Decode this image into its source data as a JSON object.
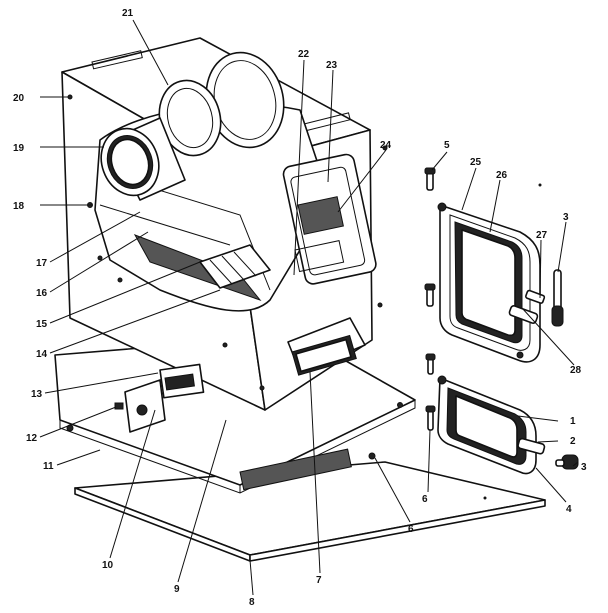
{
  "callouts": [
    {
      "num": "1",
      "part": "ash-door-frame"
    },
    {
      "num": "2",
      "part": "ash-door-handle"
    },
    {
      "num": "3",
      "part": "handle-knob-upper"
    },
    {
      "num": "3",
      "part": "handle-knob-lower"
    },
    {
      "num": "4",
      "part": "ash-door-hinge"
    },
    {
      "num": "5",
      "part": "hinge-pin-upper"
    },
    {
      "num": "6",
      "part": "hinge-pin-lower"
    },
    {
      "num": "6",
      "part": "base-bolt"
    },
    {
      "num": "7",
      "part": "ash-pan-housing"
    },
    {
      "num": "8",
      "part": "base-plate"
    },
    {
      "num": "9",
      "part": "bracket-bolt"
    },
    {
      "num": "10",
      "part": "draft-bracket"
    },
    {
      "num": "11",
      "part": "bottom-plate"
    },
    {
      "num": "12",
      "part": "bracket-screw"
    },
    {
      "num": "13",
      "part": "draft-control"
    },
    {
      "num": "14",
      "part": "lower-panel"
    },
    {
      "num": "15",
      "part": "grate"
    },
    {
      "num": "16",
      "part": "baffle-plate"
    },
    {
      "num": "17",
      "part": "inner-baffle"
    },
    {
      "num": "18",
      "part": "side-screw"
    },
    {
      "num": "19",
      "part": "blower-collar"
    },
    {
      "num": "20",
      "part": "top-screw"
    },
    {
      "num": "21",
      "part": "flue-ring"
    },
    {
      "num": "22",
      "part": "firebox-liner"
    },
    {
      "num": "23",
      "part": "door-opening-frame"
    },
    {
      "num": "24",
      "part": "door-gasket"
    },
    {
      "num": "25",
      "part": "fuel-door-frame"
    },
    {
      "num": "26",
      "part": "door-glass-gasket"
    },
    {
      "num": "27",
      "part": "door-latch"
    },
    {
      "num": "28",
      "part": "latch-handle"
    }
  ]
}
